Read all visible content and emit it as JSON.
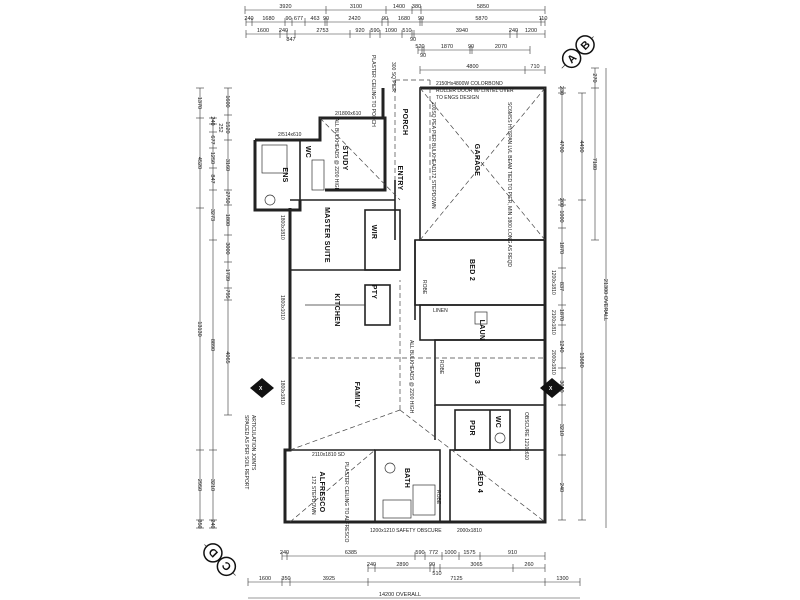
{
  "rooms": {
    "garage": "GARAGE",
    "porch": "PORCH",
    "entry": "ENTRY",
    "study": "STUDY",
    "ensuite": "ENS",
    "wc_ens": "WC",
    "master": "MASTER SUITE",
    "wir": "WIR",
    "bed2": "BED 2",
    "kitchen": "KITCHEN",
    "pantry": "PTY",
    "laundry": "LAUN",
    "linen": "LINEN",
    "bed3": "BED 3",
    "family": "FAMILY",
    "pdr": "PDR",
    "wc_pdr": "WC",
    "bath": "BATH",
    "bed4": "BED 4",
    "alfresco": "ALFRESCO",
    "robe": "ROBE"
  },
  "notes": {
    "roller_door": [
      "2150Hx4800W COLORBOND",
      "ROLLER DOOR W/ LINTEL OVER",
      "TO ENGS DESIGN"
    ],
    "porch_ceiling": "PLASTER CEILING TO PORCH",
    "pier": "300 SQ PIER",
    "study_bulkheads": "ALL BULKHEADS @ 2200 HIGH",
    "family_bulkheads": "ALL BULKHEADS @ 2200 HIGH",
    "garage_stepdown": "172 STEPDOWN",
    "garage_bulkhead": "200SQ PEA PIER BULKHEAD",
    "garage_beam": "SC6MSS HYSPAN LVL BEAM TIED TO PIER, MIN 1800 LONG AS REQD",
    "articulation": [
      "ARTICULATION JOINTS",
      "SPACED AS PER SOIL REPORT"
    ],
    "alfresco_ceiling": "PLASTER CEILING TO ALFRESCO",
    "alfresco_stepdown": "172 STEPDOWN",
    "obscure_window": "1200x1210 SAFETY OBSCURE",
    "pdr_window": "OBSCURE 1210x610"
  },
  "windows": {
    "study": "2/1800x610",
    "ensuite": "2/514x610",
    "alfresco": "2110x1810 SD",
    "family": "1800x1810",
    "bed2": "1200x1810",
    "bed3": "2000x1810",
    "bed4": "2000x1810",
    "master": "1800x1810",
    "kitchen": "1800x1010",
    "laundry": "2100x1810"
  },
  "section_markers": [
    "A",
    "B",
    "C",
    "D",
    "X",
    "X"
  ],
  "dimensions": {
    "top_row1": [
      "3920",
      "3100",
      "1400",
      "380",
      "5850"
    ],
    "top_row2": [
      "240",
      "1680",
      "90",
      "677",
      "463",
      "90",
      "2420",
      "90",
      "1680",
      "90",
      "5870",
      "110"
    ],
    "top_row3": [
      "1600",
      "240",
      "847",
      "2753",
      "920",
      "590",
      "1090",
      "510",
      "90",
      "3940",
      "240",
      "1200"
    ],
    "top_row4": [
      "520",
      "90",
      "1870",
      "90",
      "2070"
    ],
    "top_row5": [
      "4800",
      "710"
    ],
    "bottom_row1": [
      "240",
      "6385",
      "590",
      "772",
      "1000",
      "1575",
      "910"
    ],
    "bottom_row2": [
      "240",
      "2890",
      "90",
      "510",
      "3065",
      "260"
    ],
    "bottom_row3": [
      "1600",
      "350",
      "3925",
      "7125",
      "1300"
    ],
    "bottom_overall": "14200 OVERALL",
    "left_col1": [
      "1370",
      "4520",
      "13130",
      "2950",
      "350"
    ],
    "left_col2": [
      "240",
      "252",
      "677",
      "1250",
      "847",
      "3273",
      "8890",
      "3210",
      "240"
    ],
    "left_col3": [
      "1600",
      "1520",
      "3160",
      "2750",
      "1800",
      "3000",
      "1739",
      "795",
      "4065"
    ],
    "right_col1": [
      "230",
      "4700",
      "200",
      "1000",
      "1870",
      "837",
      "1870",
      "1240",
      "3000",
      "3210",
      "240"
    ],
    "right_col2": [
      "4490",
      "13680"
    ],
    "right_col3": [
      "270",
      "7180"
    ],
    "right_overall": "21300 OVERALL"
  }
}
